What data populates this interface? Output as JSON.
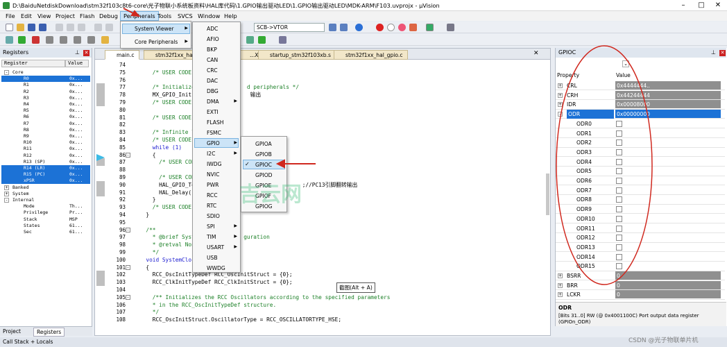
{
  "titlebar": {
    "title": "D:\\BaiduNetdiskDownload\\stm32f103c8t6-core\\光子物联小系统板资料\\HAL库代码\\1.GPIO输出驱动LED\\1.GPIO输出驱动LED\\MDK-ARM\\F103.uvprojx - µVision"
  },
  "menubar": [
    "File",
    "Edit",
    "View",
    "Project",
    "Flash",
    "Debug",
    "Peripherals",
    "Tools",
    "SVCS",
    "Window",
    "Help"
  ],
  "toolbar": {
    "target_combo": "SCB->VTOR"
  },
  "registers_panel": {
    "title": "Registers",
    "col_register": "Register",
    "col_value": "Value",
    "rows": [
      {
        "name": "Core",
        "value": "",
        "indent": 0,
        "exp": "-"
      },
      {
        "name": "R0",
        "value": "0x...",
        "indent": 2,
        "sel": true
      },
      {
        "name": "R1",
        "value": "0x...",
        "indent": 2
      },
      {
        "name": "R2",
        "value": "0x...",
        "indent": 2
      },
      {
        "name": "R3",
        "value": "0x...",
        "indent": 2
      },
      {
        "name": "R4",
        "value": "0x...",
        "indent": 2
      },
      {
        "name": "R5",
        "value": "0x...",
        "indent": 2
      },
      {
        "name": "R6",
        "value": "0x...",
        "indent": 2
      },
      {
        "name": "R7",
        "value": "0x...",
        "indent": 2
      },
      {
        "name": "R8",
        "value": "0x...",
        "indent": 2
      },
      {
        "name": "R9",
        "value": "0x...",
        "indent": 2
      },
      {
        "name": "R10",
        "value": "0x...",
        "indent": 2
      },
      {
        "name": "R11",
        "value": "0x...",
        "indent": 2
      },
      {
        "name": "R12",
        "value": "0x...",
        "indent": 2
      },
      {
        "name": "R13 (SP)",
        "value": "0x...",
        "indent": 2
      },
      {
        "name": "R14 (LR)",
        "value": "0x...",
        "indent": 2,
        "sel": true
      },
      {
        "name": "R15 (PC)",
        "value": "0x...",
        "indent": 2,
        "sel": true
      },
      {
        "name": "xPSR",
        "value": "0x...",
        "indent": 2,
        "sel": true
      },
      {
        "name": "Banked",
        "value": "",
        "indent": 0,
        "exp": "+"
      },
      {
        "name": "System",
        "value": "",
        "indent": 0,
        "exp": "+"
      },
      {
        "name": "Internal",
        "value": "",
        "indent": 0,
        "exp": "-"
      },
      {
        "name": "Mode",
        "value": "Th...",
        "indent": 2
      },
      {
        "name": "Privilege",
        "value": "Pr...",
        "indent": 2
      },
      {
        "name": "Stack",
        "value": "MSP",
        "indent": 2
      },
      {
        "name": "States",
        "value": "61...",
        "indent": 2
      },
      {
        "name": "Sec",
        "value": "61...",
        "indent": 2
      }
    ],
    "tabs": [
      "Project",
      "Registers"
    ]
  },
  "editor": {
    "tabs": [
      "main.c",
      "stm32f1xx_hal.c",
      "...XT",
      "startup_stm32f103xb.s",
      "stm32f1xx_hal_gpio.c"
    ],
    "lines": [
      {
        "n": "74",
        "t": ""
      },
      {
        "n": "75",
        "t": "    /* USER CODE E"
      },
      {
        "n": "76",
        "t": ""
      },
      {
        "n": "77",
        "t": "    /* Initialize                d peripherals */"
      },
      {
        "n": "78",
        "t": "    MX_GPIO_Init()                输出"
      },
      {
        "n": "79",
        "t": "    /* USER CODE E"
      },
      {
        "n": "80",
        "t": ""
      },
      {
        "n": "81",
        "t": "    /* USER CODE E"
      },
      {
        "n": "82",
        "t": ""
      },
      {
        "n": "83",
        "t": "    /* Infinite lo"
      },
      {
        "n": "84",
        "t": "    /* USER CODE E"
      },
      {
        "n": "85",
        "t": "    while (1)"
      },
      {
        "n": "86",
        "t": "    {"
      },
      {
        "n": "87",
        "t": "      /* USER CODE"
      },
      {
        "n": "88",
        "t": ""
      },
      {
        "n": "89",
        "t": "      /* USER CODE"
      },
      {
        "n": "90",
        "t": "      HAL_GPIO_Tog                                ;//PC13引脚翻转输出"
      },
      {
        "n": "91",
        "t": "      HAL_Delay(10"
      },
      {
        "n": "92",
        "t": "    }"
      },
      {
        "n": "93",
        "t": "    /* USER CODE E"
      },
      {
        "n": "94",
        "t": "  }"
      },
      {
        "n": "95",
        "t": ""
      },
      {
        "n": "96",
        "t": "  /**"
      },
      {
        "n": "97",
        "t": "    * @brief Syste              guration"
      },
      {
        "n": "98",
        "t": "    * @retval None"
      },
      {
        "n": "99",
        "t": "    */"
      },
      {
        "n": "100",
        "t": "  void SystemClock"
      },
      {
        "n": "101",
        "t": "  {"
      },
      {
        "n": "102",
        "t": "    RCC_OscInitTypeDef RCC_OscInitStruct = {0};"
      },
      {
        "n": "103",
        "t": "    RCC_ClkInitTypeDef RCC_ClkInitStruct = {0};"
      },
      {
        "n": "104",
        "t": ""
      },
      {
        "n": "105",
        "t": "    /** Initializes the RCC Oscillators according to the specified parameters"
      },
      {
        "n": "106",
        "t": "    * in the RCC_OscInitTypeDef structure."
      },
      {
        "n": "107",
        "t": "    */"
      },
      {
        "n": "108",
        "t": "    RCC_OscInitStruct.OscillatorType = RCC_OSCILLATORTYPE_HSE;"
      }
    ],
    "tooltip": "截图(Alt + A)"
  },
  "menus": {
    "peripherals": [
      "System Viewer",
      "Core Peripherals"
    ],
    "system_viewer": [
      "ADC",
      "AFIO",
      "BKP",
      "CAN",
      "CRC",
      "DAC",
      "DBG",
      "DMA",
      "EXTI",
      "FLASH",
      "FSMC",
      "GPIO",
      "I2C",
      "IWDG",
      "NVIC",
      "PWR",
      "RCC",
      "RTC",
      "SDIO",
      "SPI",
      "TIM",
      "USART",
      "USB",
      "WWDG"
    ],
    "gpio": [
      "GPIOA",
      "GPIOB",
      "GPIOC",
      "GPIOD",
      "GPIOE",
      "GPIOF",
      "GPIOG"
    ],
    "checked": "GPIOC"
  },
  "gpio_panel": {
    "title": "GPIOC",
    "col_property": "Property",
    "col_value": "Value",
    "rows": [
      {
        "name": "CRL",
        "value": "0x4444444..",
        "kind": "reg"
      },
      {
        "name": "CRH",
        "value": "0x44244444",
        "kind": "reg"
      },
      {
        "name": "IDR",
        "value": "0x00008000",
        "kind": "reg"
      },
      {
        "name": "ODR",
        "value": "0x00000000",
        "kind": "reg",
        "sel": true
      },
      {
        "name": "ODR0",
        "kind": "bit"
      },
      {
        "name": "ODR1",
        "kind": "bit"
      },
      {
        "name": "ODR2",
        "kind": "bit"
      },
      {
        "name": "ODR3",
        "kind": "bit"
      },
      {
        "name": "ODR4",
        "kind": "bit"
      },
      {
        "name": "ODR5",
        "kind": "bit"
      },
      {
        "name": "ODR6",
        "kind": "bit"
      },
      {
        "name": "ODR7",
        "kind": "bit"
      },
      {
        "name": "ODR8",
        "kind": "bit"
      },
      {
        "name": "ODR9",
        "kind": "bit"
      },
      {
        "name": "ODR10",
        "kind": "bit"
      },
      {
        "name": "ODR11",
        "kind": "bit"
      },
      {
        "name": "ODR12",
        "kind": "bit"
      },
      {
        "name": "ODR13",
        "kind": "bit"
      },
      {
        "name": "ODR14",
        "kind": "bit"
      },
      {
        "name": "ODR15",
        "kind": "bit"
      },
      {
        "name": "BSRR",
        "value": "0",
        "kind": "reg"
      },
      {
        "name": "BRR",
        "value": "0",
        "kind": "reg"
      },
      {
        "name": "LCKR",
        "value": "0",
        "kind": "reg"
      }
    ],
    "desc_title": "ODR",
    "desc_text": "[Bits 31..0] RW (@ 0x4001100C) Port output data register (GPIOn_ODR)"
  },
  "statusbar": {
    "left": "Call Stack + Locals"
  },
  "watermark": {
    "center": "吉云网",
    "corner": "CSDN @光子物联单片机"
  },
  "colors": {
    "accent": "#1c72d6",
    "annotation": "#d0281e"
  }
}
